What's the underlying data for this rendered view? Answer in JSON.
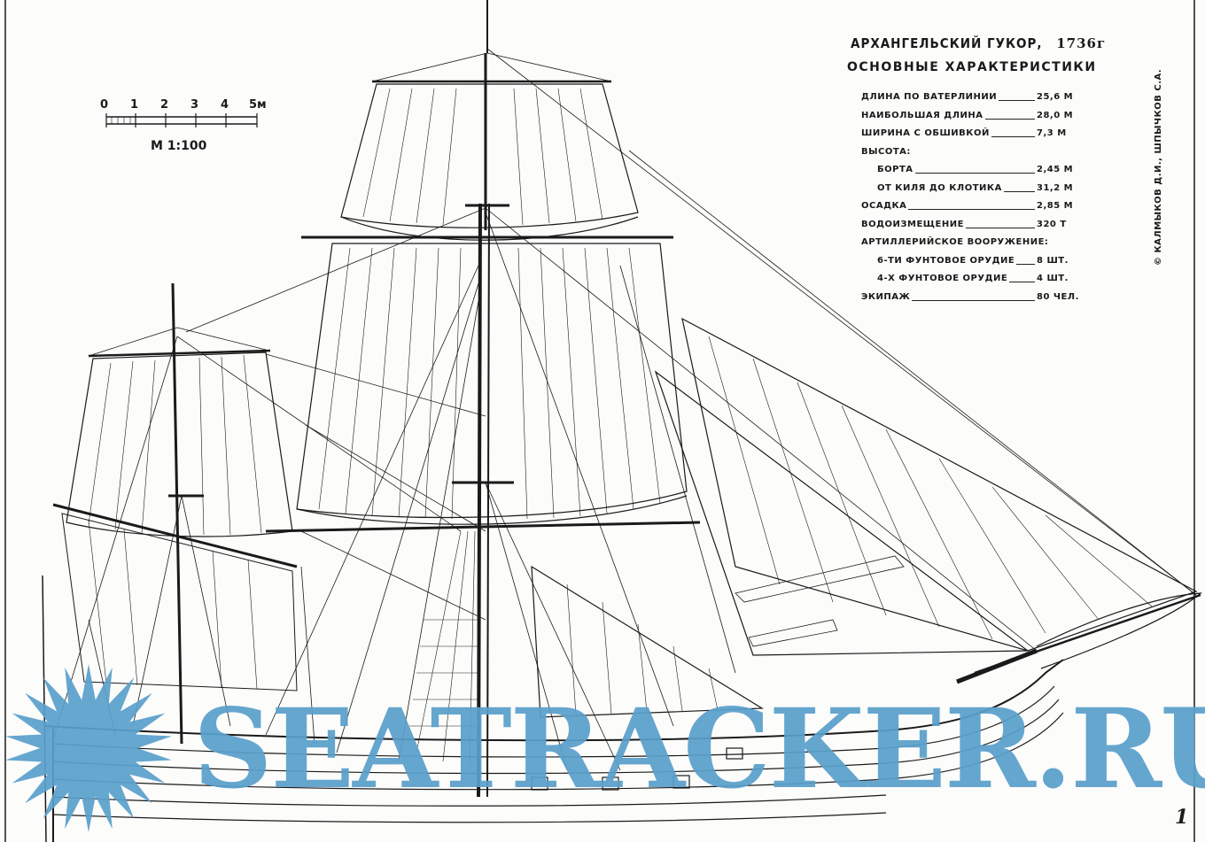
{
  "title": {
    "name": "АРХАНГЕЛЬСКИЙ ГУКОР,",
    "year": "1736г"
  },
  "subtitle": "ОСНОВНЫЕ ХАРАКТЕРИСТИКИ",
  "specs": [
    {
      "label": "ДЛИНА ПО ВАТЕРЛИНИИ",
      "value": "25,6 М",
      "indent": false
    },
    {
      "label": "НАИБОЛЬШАЯ ДЛИНА",
      "value": "28,0 М",
      "indent": false
    },
    {
      "label": "ШИРИНА С ОБШИВКОЙ",
      "value": "7,3 М",
      "indent": false
    },
    {
      "label": "ВЫСОТА:",
      "value": "",
      "indent": false
    },
    {
      "label": "БОРТА",
      "value": "2,45 М",
      "indent": true
    },
    {
      "label": "ОТ КИЛЯ ДО КЛОТИКА",
      "value": "31,2 М",
      "indent": true
    },
    {
      "label": "ОСАДКА",
      "value": "2,85 М",
      "indent": false
    },
    {
      "label": "ВОДОИЗМЕЩЕНИЕ",
      "value": "320 Т",
      "indent": false
    },
    {
      "label": "АРТИЛЛЕРИЙСКОЕ ВООРУЖЕНИЕ:",
      "value": "",
      "indent": false
    },
    {
      "label": "6-ТИ ФУНТОВОЕ ОРУДИЕ",
      "value": "8  ШТ.",
      "indent": true
    },
    {
      "label": "4-Х ФУНТОВОЕ ОРУДИЕ",
      "value": "4  ШТ.",
      "indent": true
    },
    {
      "label": "ЭКИПАЖ",
      "value": "80 ЧЕЛ.",
      "indent": false
    }
  ],
  "scale_bar": {
    "labels": [
      "0",
      "1",
      "2",
      "3",
      "4",
      "5м"
    ],
    "ratio": "М 1:100"
  },
  "authors": "© КАЛМЫКОВ Д.И., ШПЫЧКОВ С.А.",
  "sheet_number": "1",
  "watermark": "SEATRACKER.RU",
  "colors": {
    "ink": "#1a1a1a",
    "paper": "#fcfcfa",
    "watermark": "#5aa0cc"
  }
}
